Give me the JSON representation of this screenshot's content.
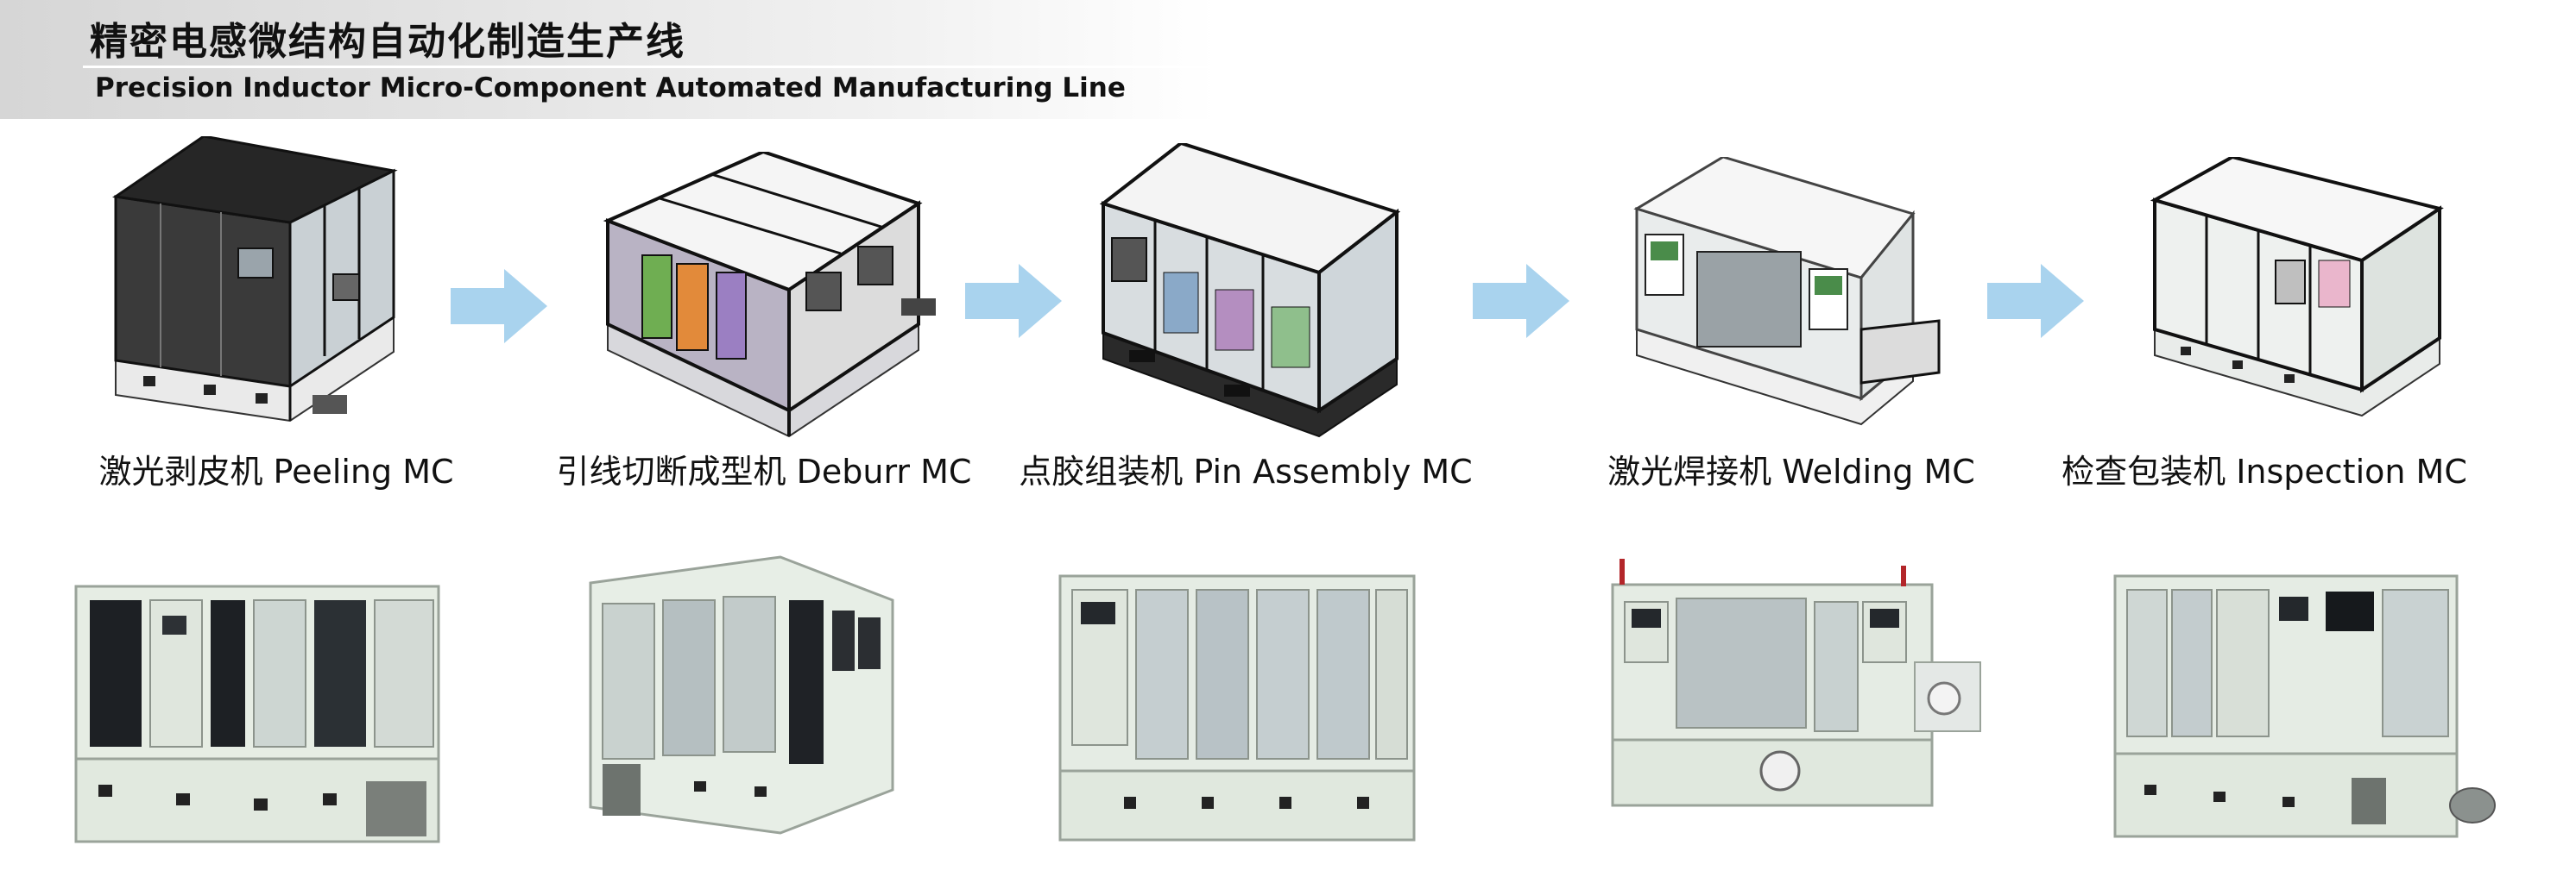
{
  "title": {
    "cn": "精密电感微结构自动化制造生产线",
    "en": "Precision Inductor Micro-Component Automated Manufacturing Line"
  },
  "stations": [
    {
      "label": "激光剥皮机 Peeling MC",
      "render_icon": "peeling-machine-render",
      "photo_icon": "peeling-machine-photo"
    },
    {
      "label": "引线切断成型机 Deburr MC",
      "render_icon": "deburr-machine-render",
      "photo_icon": "deburr-machine-photo"
    },
    {
      "label": "点胶组装机 Pin Assembly MC",
      "render_icon": "pin-assembly-machine-render",
      "photo_icon": "pin-assembly-machine-photo"
    },
    {
      "label": "激光焊接机 Welding MC",
      "render_icon": "welding-machine-render",
      "photo_icon": "welding-machine-photo"
    },
    {
      "label": "检查包装机 Inspection MC",
      "render_icon": "inspection-machine-render",
      "photo_icon": "inspection-machine-photo"
    }
  ],
  "arrows": [
    "flow-arrow-icon",
    "flow-arrow-icon",
    "flow-arrow-icon",
    "flow-arrow-icon"
  ],
  "colors": {
    "arrow": "#a9d3ee",
    "frame": "#1c1c1c",
    "base_white": "#f2f2f2",
    "photo_body": "#e3ebe2",
    "header_band": "#d6d6d6"
  }
}
